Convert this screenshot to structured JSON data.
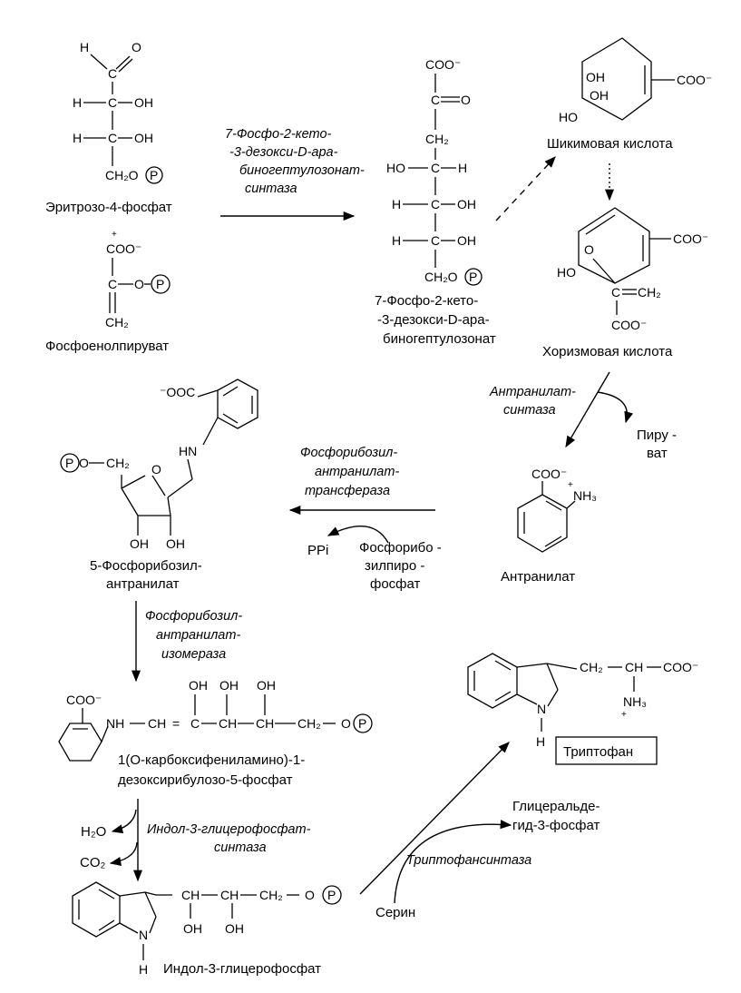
{
  "compounds": {
    "erythrose": "Эритрозо-4-фосфат",
    "pep": "Фосфоенолпируват",
    "dahp_1": "7-Фосфо-2-кето-",
    "dahp_2": "-3-дезокси-D-ара-",
    "dahp_3": "биногептулозонат",
    "shikimic": "Шикимовая кислота",
    "chorismic": "Хоризмовая кислота",
    "anthranilate": "Антранилат",
    "pyruvate_1": "Пиру -",
    "pyruvate_2": "ват",
    "pra_1": "5-Фосфорибозил-",
    "pra_2": "антранилат",
    "prpp_1": "Фосфорибо -",
    "prpp_2": "зилпиро -",
    "prpp_3": "фосфат",
    "ppi": "PPi",
    "cdrp_1": "1(О-карбоксифениламино)-1-",
    "cdrp_2": "дезоксирибулозо-5-фосфат",
    "h2o": "H₂O",
    "co2": "CO₂",
    "igp": "Индол-3-глицерофосфат",
    "serine": "Серин",
    "g3p_1": "Глицеральде-",
    "g3p_2": "гид-3-фосфат",
    "tryptophan": "Триптофан"
  },
  "enzymes": {
    "dahp_synthase": [
      "7-Фосфо-2-кето-",
      "-3-дезокси-D-ара-",
      "биногептулозонат-",
      "синтаза"
    ],
    "anthranilate_synthase": [
      "Антранилат-",
      "синтаза"
    ],
    "pr_transferase": [
      "Фосфорибозил-",
      "антранилат-",
      "трансфераза"
    ],
    "pr_isomerase": [
      "Фосфорибозил-",
      "антранилат-",
      "изомераза"
    ],
    "igp_synthase": [
      "Индол-3-глицерофосфат-",
      "синтаза"
    ],
    "trp_synthase": "Триптофансинтаза"
  },
  "atoms": {
    "H": "H",
    "O": "O",
    "OH": "OH",
    "HO": "HO",
    "C": "C",
    "CH": "CH",
    "CH2": "CH₂",
    "CH2O": "CH₂O",
    "P": "P",
    "COO": "COO⁻",
    "OOC": "⁻OOC",
    "NH": "NH",
    "HN": "HN",
    "N": "N",
    "NH3": "NH₃",
    "plus": "+",
    "eq": "=",
    "dash": "—"
  }
}
